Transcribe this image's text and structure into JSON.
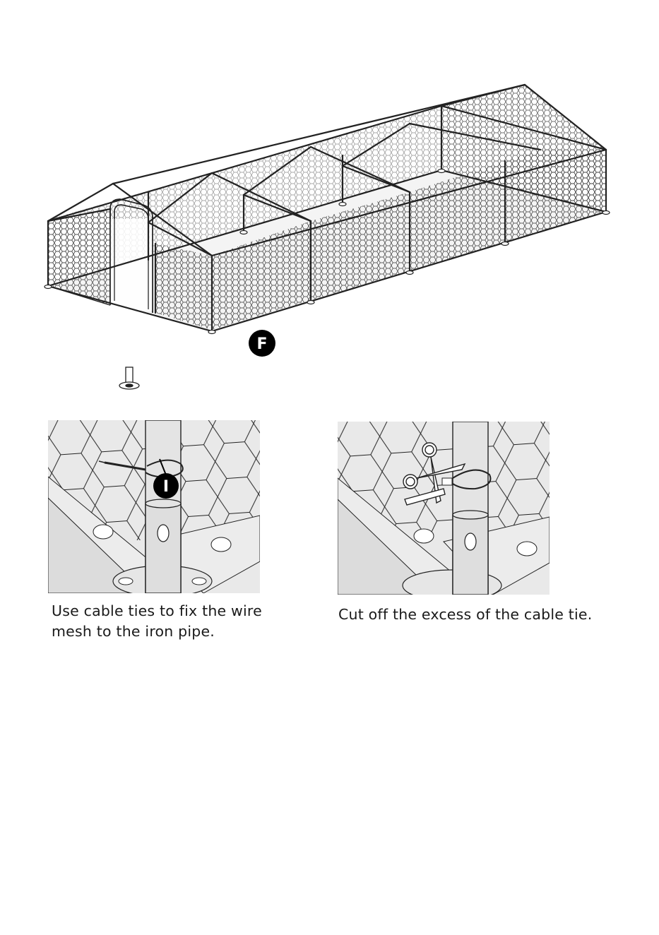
{
  "overview": {
    "part_label": "F"
  },
  "steps": [
    {
      "part_label": "I",
      "caption_line1": "Use cable ties to fix the wire",
      "caption_line2": "mesh to the iron pipe."
    },
    {
      "caption_line1": "Cut off the excess of the cable tie."
    }
  ],
  "colors": {
    "line": "#222222",
    "floor": "#f1f1f1",
    "callout": "#000000"
  }
}
